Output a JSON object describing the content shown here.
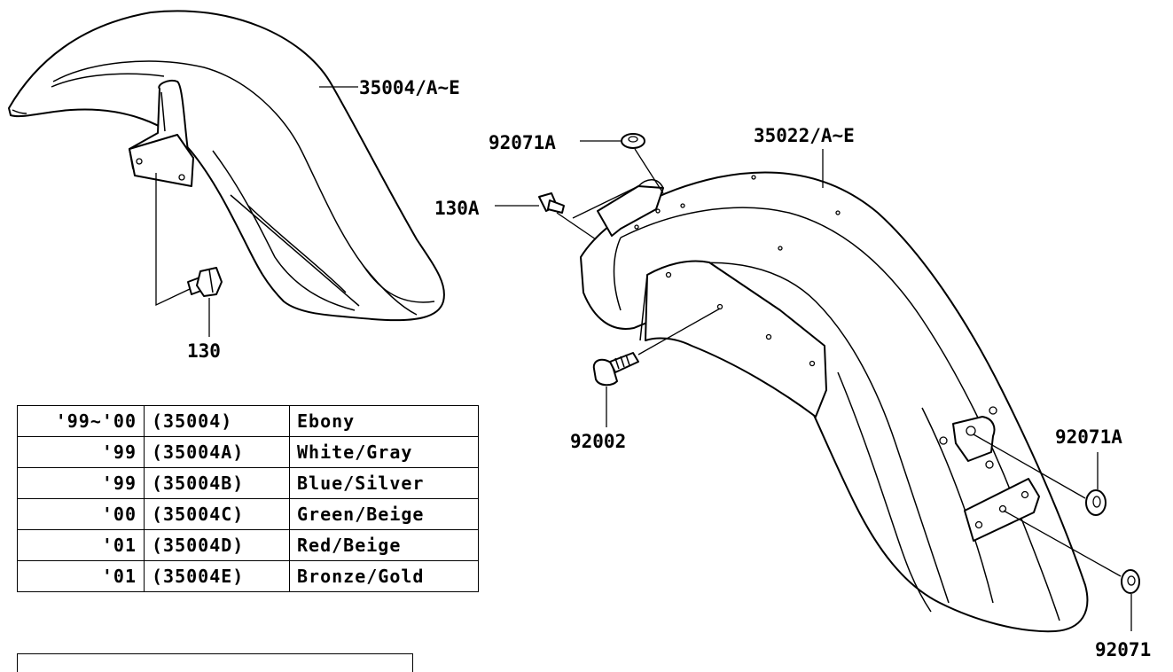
{
  "labels": {
    "front_fender": "35004/A~E",
    "rear_fender": "35022/A~E",
    "bolt_front": "130",
    "bolt_rear_top": "130A",
    "washer_top": "92071A",
    "washer_right": "92071A",
    "washer_bottom": "92071",
    "bolt_fender": "92002"
  },
  "color_table": {
    "rows": [
      {
        "year": "'99~'00",
        "code": "(35004)",
        "color": "Ebony"
      },
      {
        "year": "'99",
        "code": "(35004A)",
        "color": "White/Gray"
      },
      {
        "year": "'99",
        "code": "(35004B)",
        "color": "Blue/Silver"
      },
      {
        "year": "'00",
        "code": "(35004C)",
        "color": "Green/Beige"
      },
      {
        "year": "'01",
        "code": "(35004D)",
        "color": "Red/Beige"
      },
      {
        "year": "'01",
        "code": "(35004E)",
        "color": "Bronze/Gold"
      }
    ]
  }
}
